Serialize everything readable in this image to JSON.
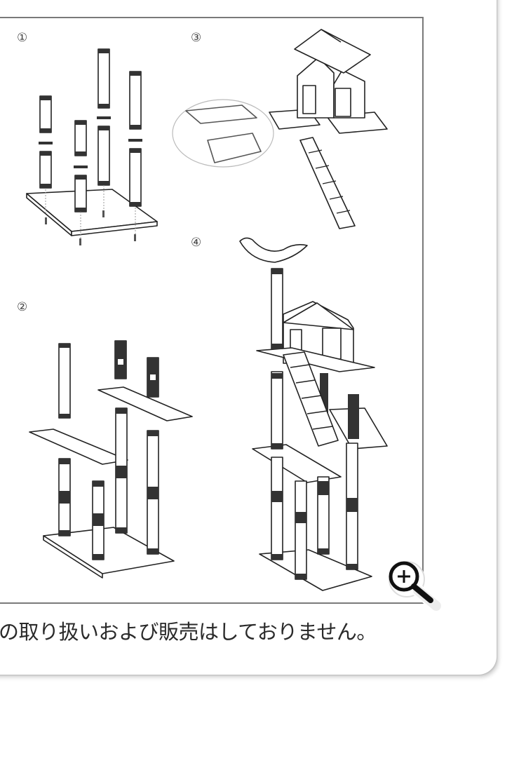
{
  "steps": [
    {
      "number": "①",
      "label": "step-1"
    },
    {
      "number": "③",
      "label": "step-3"
    },
    {
      "number": "④",
      "label": "step-4"
    },
    {
      "number": "②",
      "label": "step-2"
    }
  ],
  "notice": {
    "text": "の取り扱いおよび販売はしておりません。"
  },
  "zoom_button": {
    "icon": "zoom-in-icon",
    "symbol": "+"
  },
  "colors": {
    "frame_border": "#7a7a7a",
    "line": "#222222",
    "sisal": "#3a3a3a",
    "text": "#2a2a2a"
  }
}
